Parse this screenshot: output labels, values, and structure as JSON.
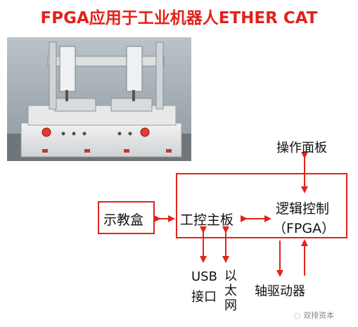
{
  "title": "FPGA应用于工业机器人ETHER CAT",
  "nodes": {
    "panel": "操作面板",
    "teach_box": "示教盒",
    "ipc_board": "工控主板",
    "logic_line1": "逻辑控制",
    "logic_line2": "（FPGA）",
    "usb_line1": "USB",
    "usb_line2": "接口",
    "ethernet": "以太网",
    "axis_driver": "轴驱动器"
  },
  "watermark": "双排资本",
  "colors": {
    "accent": "#e2231a",
    "frame": "#e2231a",
    "text": "#111111"
  }
}
